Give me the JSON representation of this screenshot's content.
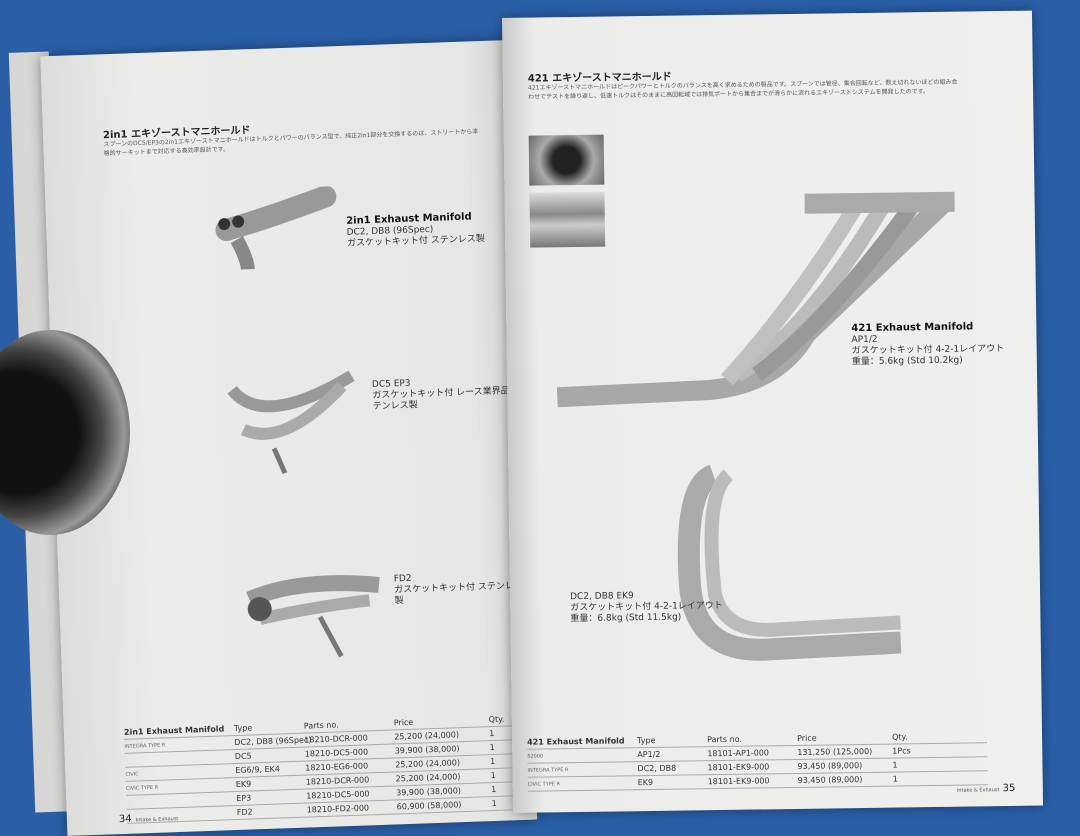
{
  "left_page": {
    "heading": "2in1 エキゾーストマニホールド",
    "intro": "スプーンのDC5/EP3の2in1エキゾーストマニホールドはトルクとパワーのバランス型で、純正2in1部分を交換するのは、ストリートから本格的サーキットまで対応する高効率設計です。",
    "products": [
      {
        "title": "2in1 Exhaust Manifold",
        "models": "DC2, DB8 (96Spec)",
        "note": "ガスケットキット付 ステンレス製"
      },
      {
        "title": "",
        "models": "DC5  EP3",
        "note": "ガスケットキット付 レース業界品 ステンレス製"
      },
      {
        "title": "",
        "models": "FD2",
        "note": "ガスケットキット付 ステンレス製"
      }
    ],
    "table": {
      "title": "2in1 Exhaust Manifold",
      "headers": [
        "Type",
        "Parts no.",
        "Price",
        "Qty."
      ],
      "rows": [
        {
          "model": "INTEGRA TYPE R",
          "type": "DC2, DB8 (96Spec)",
          "part": "18210-DCR-000",
          "price": "25,200",
          "price_ex": "(24,000)",
          "qty": "1"
        },
        {
          "model": "",
          "type": "DC5",
          "part": "18210-DC5-000",
          "price": "39,900",
          "price_ex": "(38,000)",
          "qty": "1"
        },
        {
          "model": "CIVIC",
          "type": "EG6/9, EK4",
          "part": "18210-EG6-000",
          "price": "25,200",
          "price_ex": "(24,000)",
          "qty": "1"
        },
        {
          "model": "CIVIC TYPE R",
          "type": "EK9",
          "part": "18210-DCR-000",
          "price": "25,200",
          "price_ex": "(24,000)",
          "qty": "1"
        },
        {
          "model": "",
          "type": "EP3",
          "part": "18210-DC5-000",
          "price": "39,900",
          "price_ex": "(38,000)",
          "qty": "1"
        },
        {
          "model": "",
          "type": "FD2",
          "part": "18210-FD2-000",
          "price": "60,900",
          "price_ex": "(58,000)",
          "qty": "1"
        }
      ]
    },
    "page_number": "34",
    "section": "Intake & Exhaust"
  },
  "right_page": {
    "heading": "421 エキゾーストマニホールド",
    "intro": "421エキゾーストマニホールドはピークパワーとトルクのバランスを高く求めるための製品です。スプーンでは管径、集合回転など、数え切れないほどの組み合わせでテストを繰り返し、低速トルクはそのままに高回転域では排気ポートから集合までが滑らかに流れるエキゾーストシステムを開発したのです。",
    "products": [
      {
        "title": "421 Exhaust Manifold",
        "models": "AP1/2",
        "note": "ガスケットキット付 4-2-1レイアウト",
        "weight": "重量：5.6kg (Std 10.2kg)"
      },
      {
        "title": "",
        "models": "DC2, DB8  EK9",
        "note": "ガスケットキット付 4-2-1レイアウト",
        "weight": "重量：6.8kg (Std 11.5kg)"
      }
    ],
    "table": {
      "title": "421 Exhaust Manifold",
      "headers": [
        "Type",
        "Parts no.",
        "Price",
        "Qty."
      ],
      "rows": [
        {
          "model": "S2000",
          "type": "AP1/2",
          "part": "18101-AP1-000",
          "price": "131,250",
          "price_ex": "(125,000)",
          "qty": "1Pcs"
        },
        {
          "model": "INTEGRA TYPE R",
          "type": "DC2, DB8",
          "part": "18101-EK9-000",
          "price": "93,450",
          "price_ex": "(89,000)",
          "qty": "1"
        },
        {
          "model": "CIVIC TYPE R",
          "type": "EK9",
          "part": "18101-EK9-000",
          "price": "93,450",
          "price_ex": "(89,000)",
          "qty": "1"
        }
      ]
    },
    "page_number": "35",
    "section": "Intake & Exhaust"
  }
}
